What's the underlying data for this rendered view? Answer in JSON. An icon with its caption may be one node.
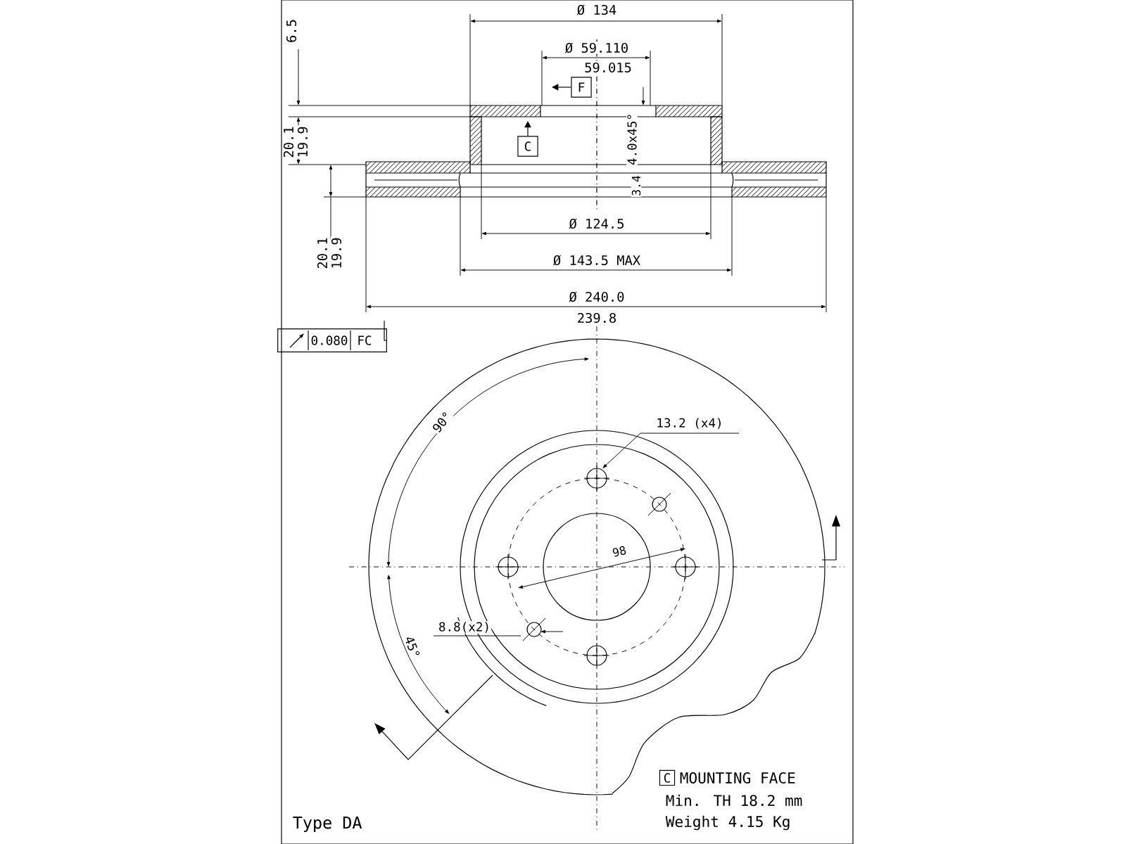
{
  "diagram": {
    "nodes": [
      {
        "text": [
          "F"
        ]
      },
      {
        "text": [
          "C"
        ]
      },
      {
        "text": [
          "0.080",
          "FC"
        ]
      },
      {
        "text": [
          "C"
        ],
        "beside": [
          "MOUNTING FACE"
        ]
      }
    ],
    "edges": [
      {
        "from": 0,
        "to": null,
        "arrow": "to"
      },
      {
        "from": 1,
        "to": null,
        "arrow": "to"
      },
      {
        "from": 2,
        "to": null,
        "arrow": "none"
      }
    ],
    "labels": [
      "Ø 134",
      "Ø 59.110",
      "59.015",
      "6.5",
      "20.1",
      "19.9",
      "4.0x45°",
      "3.4",
      "20.1",
      "19.9",
      "Ø 124.5",
      "Ø 143.5 MAX",
      "Ø 240.0",
      "239.8",
      "90°",
      "13.2 (x4)",
      "98",
      "8.8(x2)",
      "45°",
      "Min. TH 18.2 mm",
      "Weight 4.15 Kg",
      "Type DA"
    ]
  }
}
